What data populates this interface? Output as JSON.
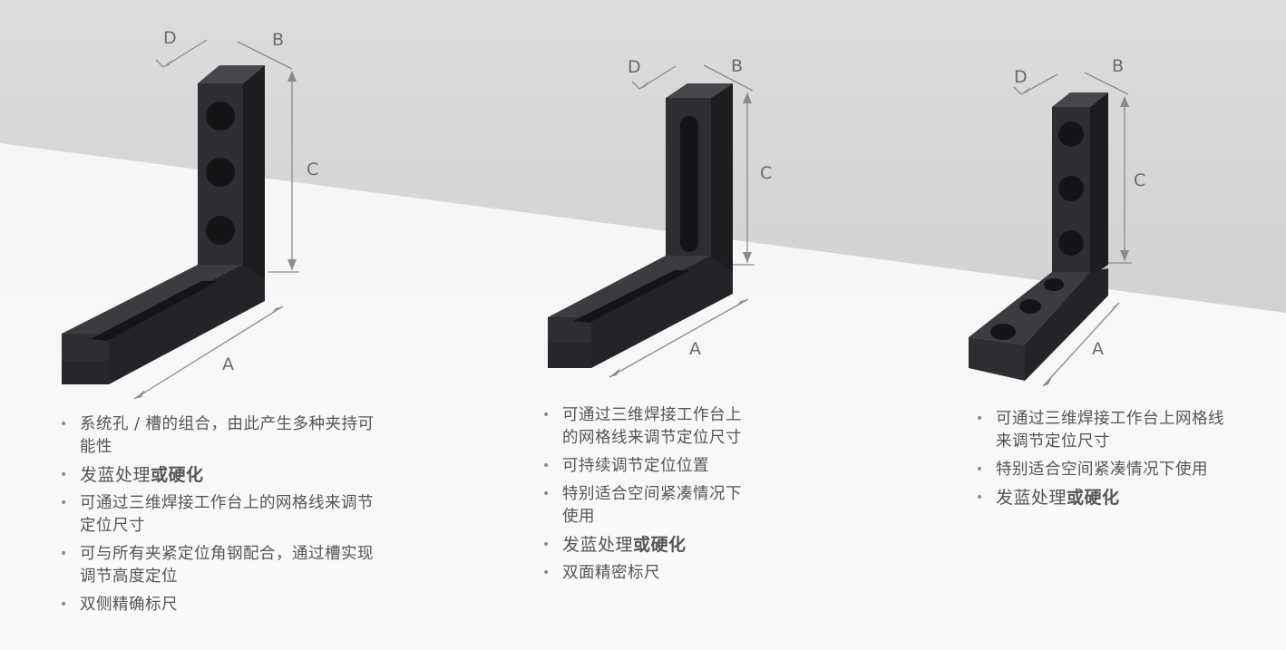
{
  "dimensions": {
    "a": "A",
    "b": "B",
    "c": "C",
    "d": "D"
  },
  "products": [
    {
      "features": [
        {
          "text": "系统孔 / 槽的组合，由此产生多种夹持可能性"
        },
        {
          "text": "发蓝处理",
          "bold": "或硬化"
        },
        {
          "text": "可通过三维焊接工作台上的网格线来调节定位尺寸"
        },
        {
          "text": "可与所有夹紧定位角钢配合，通过槽实现调节高度定位"
        },
        {
          "text": "双侧精确标尺"
        }
      ]
    },
    {
      "features": [
        {
          "text": "可通过三维焊接工作台上的网格线来调节定位尺寸"
        },
        {
          "text": "可持续调节定位位置"
        },
        {
          "text": "特别适合空间紧凑情况下使用"
        },
        {
          "text": "发蓝处理",
          "bold": "或硬化"
        },
        {
          "text": "双面精密标尺"
        }
      ]
    },
    {
      "features": [
        {
          "text": "可通过三维焊接工作台上网格线来调节定位尺寸"
        },
        {
          "text": "特别适合空间紧凑情况下使用"
        },
        {
          "text": "发蓝处理",
          "bold": "或硬化"
        }
      ]
    }
  ],
  "colors": {
    "steel": "#2d2e31",
    "steel_side": "#1c1d1f",
    "steel_top": "#45474b",
    "dim_line": "#8a8a8a",
    "text": "#555555"
  }
}
